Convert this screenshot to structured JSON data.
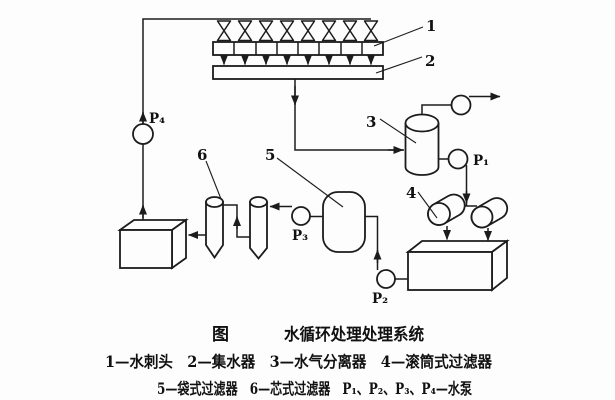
{
  "figure_caption": {
    "fig_label": "图",
    "title": "水循环处理处理系统",
    "legend_line1": "1—水刺头　2—集水器　3—水气分离器　4—滚筒式过滤器",
    "legend_line2": "5—袋式过滤器　6—芯式过滤器　P₁、P₂、P₃、P₄—水泵"
  },
  "component_labels": {
    "nozzle_header": "1",
    "water_collector": "2",
    "separator": "3",
    "drum_filter": "4",
    "bag_filter": "5",
    "cartridge_filter": "6"
  },
  "pump_labels": {
    "p1": "P₁",
    "p2": "P₂",
    "p3": "P₃",
    "p4": "P₄"
  },
  "colors": {
    "line": "#1c1c1c",
    "background": "#fdfdfd"
  }
}
